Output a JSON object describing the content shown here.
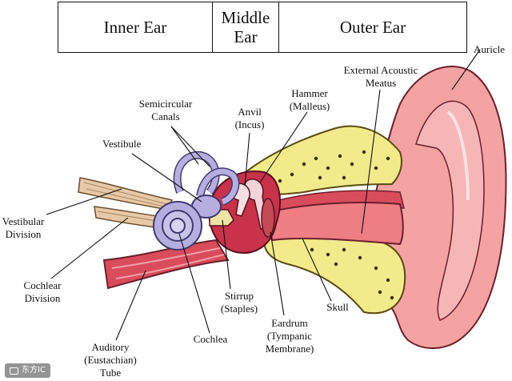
{
  "header": {
    "inner_ear": "Inner Ear",
    "middle_ear_line1": "Middle",
    "middle_ear_line2": "Ear",
    "outer_ear": "Outer Ear"
  },
  "labels": {
    "auricle": "Auricle",
    "external_acoustic_meatus_1": "External Acoustic",
    "external_acoustic_meatus_2": "Meatus",
    "hammer_1": "Hammer",
    "hammer_2": "(Malleus)",
    "anvil_1": "Anvil",
    "anvil_2": "(Incus)",
    "semicircular_1": "Semicircular",
    "semicircular_2": "Canals",
    "vestibule": "Vestibule",
    "vestibular_division_1": "Vestibular",
    "vestibular_division_2": "Division",
    "cochlear_division_1": "Cochlear",
    "cochlear_division_2": "Division",
    "auditory_tube_1": "Auditory",
    "auditory_tube_2": "(Eustachian)",
    "auditory_tube_3": "Tube",
    "cochlea": "Cochlea",
    "stirrup_1": "Stirrup",
    "stirrup_2": "(Staples)",
    "eardrum_1": "Eardrum",
    "eardrum_2": "(Tympanic",
    "eardrum_3": "Membrane)",
    "skull": "Skull"
  },
  "watermark": "东方IC",
  "colors": {
    "skin": "#f4a3a3",
    "skin_dark": "#d94c5c",
    "bone": "#f3ea8c",
    "canal": "#e8646c",
    "inner_ear": "#b7aee0",
    "nerve": "#e7c9a7"
  }
}
